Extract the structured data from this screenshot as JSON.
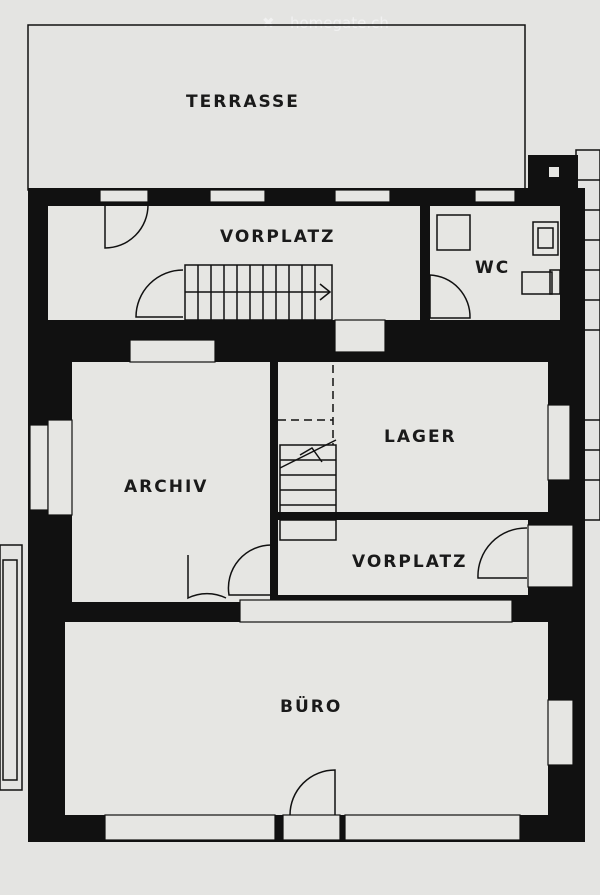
{
  "watermark": "homegate.ch",
  "rooms": {
    "terrasse": "TERRASSE",
    "vorplatz_upper": "VORPLATZ",
    "wc": "WC",
    "lager": "LAGER",
    "archiv": "ARCHIV",
    "vorplatz_lower": "VORPLATZ",
    "buero": "BÜRO"
  }
}
